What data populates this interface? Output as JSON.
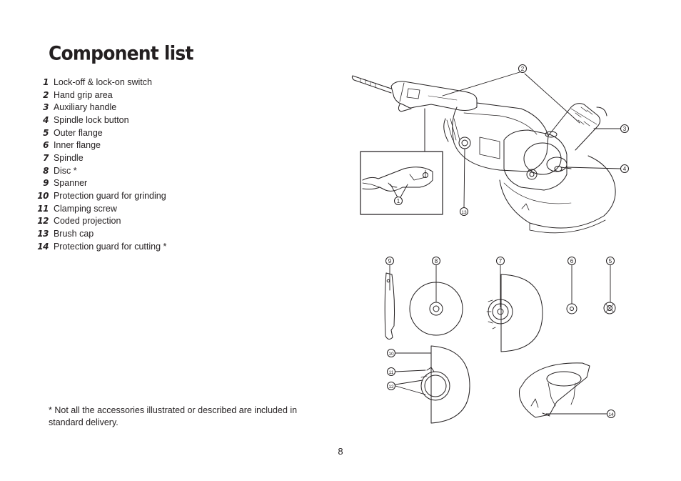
{
  "title": "Component list",
  "components": [
    {
      "num": "1",
      "label": "Lock-off & lock-on switch"
    },
    {
      "num": "2",
      "label": "Hand grip area"
    },
    {
      "num": "3",
      "label": "Auxiliary handle"
    },
    {
      "num": "4",
      "label": "Spindle lock button"
    },
    {
      "num": "5",
      "label": "Outer flange"
    },
    {
      "num": "6",
      "label": "Inner flange"
    },
    {
      "num": "7",
      "label": "Spindle"
    },
    {
      "num": "8",
      "label": "Disc *"
    },
    {
      "num": "9",
      "label": "Spanner"
    },
    {
      "num": "10",
      "label": "Protection guard for grinding"
    },
    {
      "num": "11",
      "label": "Clamping screw"
    },
    {
      "num": "12",
      "label": "Coded projection"
    },
    {
      "num": "13",
      "label": "Brush cap"
    },
    {
      "num": "14",
      "label": "Protection guard for cutting *"
    }
  ],
  "footnote": "* Not all the accessories illustrated or described are included in standard delivery.",
  "page_number": "8",
  "callouts": [
    "1",
    "2",
    "3",
    "4",
    "5",
    "6",
    "7",
    "8",
    "9",
    "10",
    "11",
    "12",
    "13",
    "14"
  ]
}
